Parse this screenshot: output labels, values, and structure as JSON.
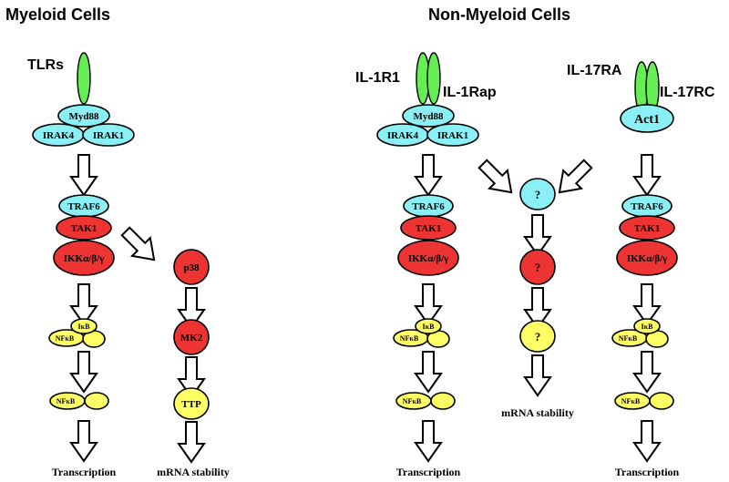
{
  "colors": {
    "cyan": "#8af0f5",
    "red": "#ee3333",
    "yellow": "#ffff66",
    "green": "#66ee55"
  },
  "headers": {
    "myeloid": "Myeloid Cells",
    "non_myeloid": "Non-Myeloid Cells"
  },
  "receptors": {
    "tlrs": "TLRs",
    "il1r1": "IL-1R1",
    "il1rap": "IL-1Rap",
    "il17ra": "IL-17RA",
    "il17rc": "IL-17RC"
  },
  "nodes": {
    "myd88": "Myd88",
    "irak4": "IRAK4",
    "irak1": "IRAK1",
    "act1": "Act1",
    "traf6": "TRAF6",
    "tak1": "TAK1",
    "ikk": "IKKα/β/γ",
    "ikb": "IκB",
    "nfkb": "NFκB",
    "p38": "p38",
    "mk2": "MK2",
    "ttp": "TTP",
    "unknown": "?"
  },
  "outputs": {
    "transcription": "Transcription",
    "mrna_stability": "mRNA stability"
  }
}
